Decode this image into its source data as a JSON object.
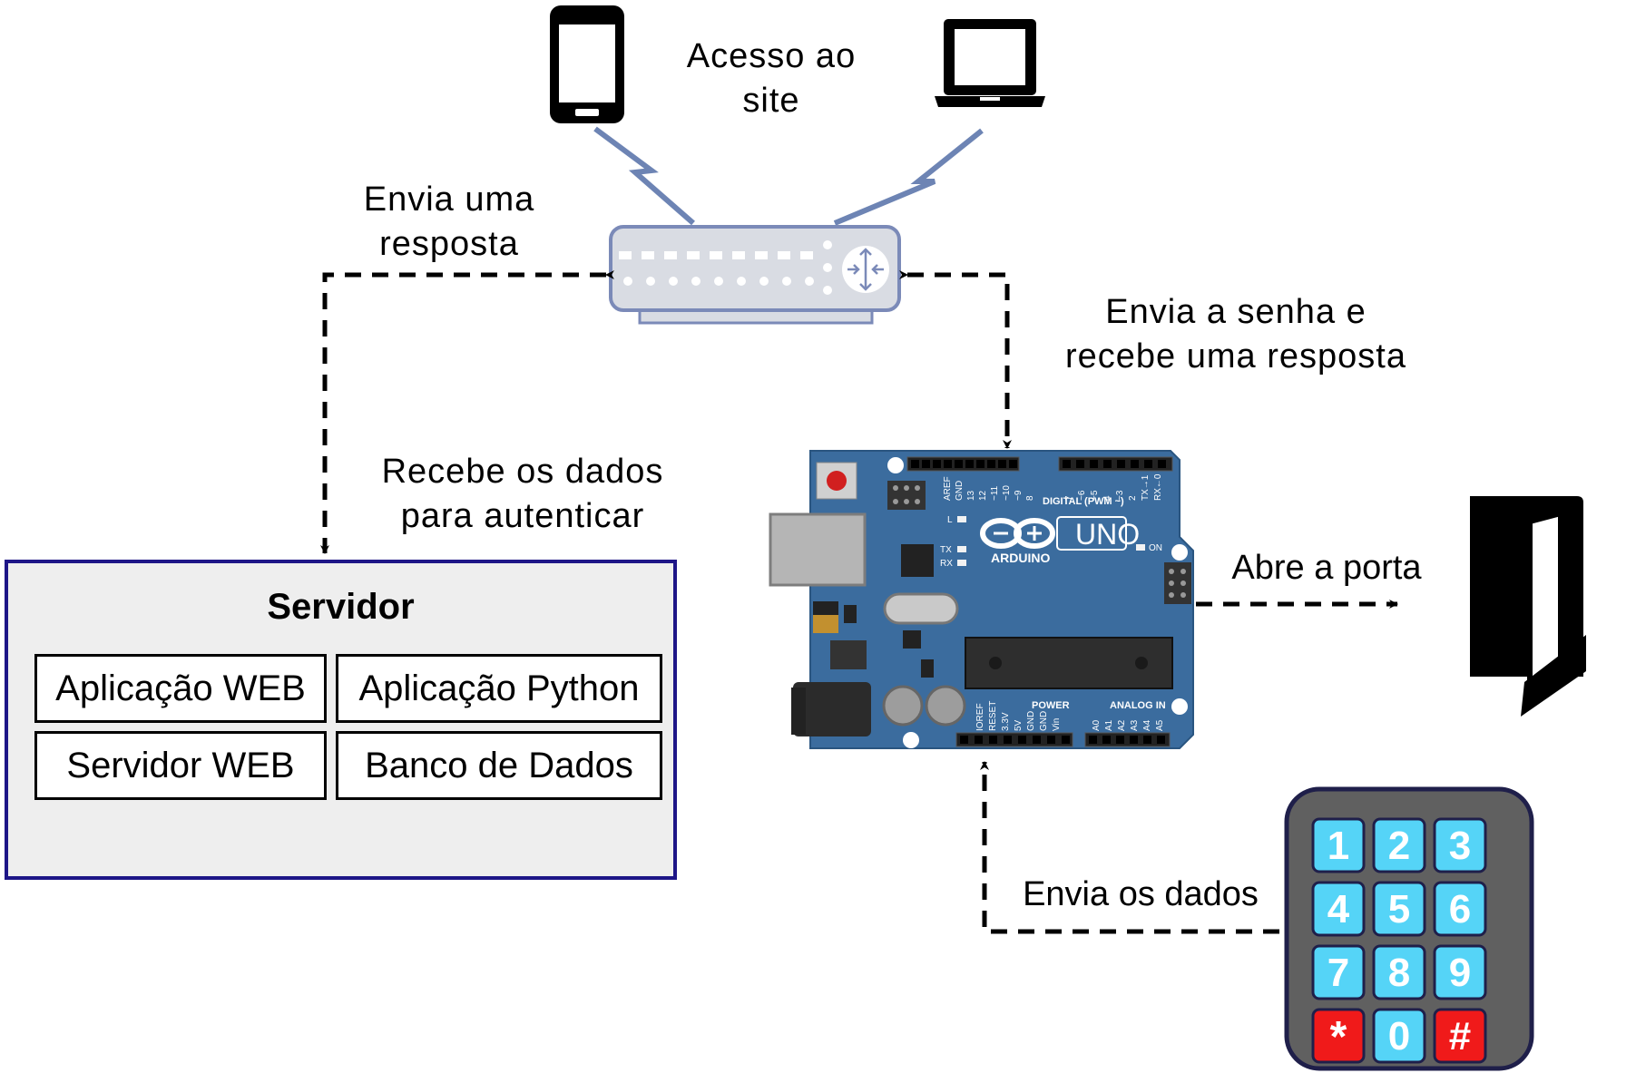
{
  "labels": {
    "access_line1": "Acesso ao",
    "access_line2": "site",
    "response_line1": "Envia uma",
    "response_line2": "resposta",
    "password_line1": "Envia a senha e",
    "password_line2": "recebe uma resposta",
    "receive_line1": "Recebe os dados",
    "receive_line2": "para autenticar",
    "open_door": "Abre a porta",
    "send_data": "Envia os dados"
  },
  "server": {
    "title": "Servidor",
    "components": [
      "Aplicação WEB",
      "Aplicação Python",
      "Servidor WEB",
      "Banco de Dados"
    ]
  },
  "arduino": {
    "model": "UNO",
    "brand": "ARDUINO",
    "digital_header": "DIGITAL (PWM ~)",
    "power_header": "POWER",
    "analog_header": "ANALOG IN",
    "on_label": "ON",
    "tx_label": "TX",
    "rx_label": "RX",
    "l_label": "L",
    "digital_pins": [
      "AREF",
      "GND",
      "13",
      "12",
      "~11",
      "~10",
      "~9",
      "8",
      "7",
      "~6",
      "~5",
      "4",
      "~3",
      "2",
      "TX→1",
      "RX←0"
    ],
    "power_pins": [
      "IOREF",
      "RESET",
      "3.3V",
      "5V",
      "GND",
      "GND",
      "Vin"
    ],
    "analog_pins": [
      "A0",
      "A1",
      "A2",
      "A3",
      "A4",
      "A5"
    ]
  },
  "keypad": {
    "keys": [
      "1",
      "2",
      "3",
      "4",
      "5",
      "6",
      "7",
      "8",
      "9",
      "*",
      "0",
      "#"
    ]
  },
  "icons": {
    "phone": "smartphone-icon",
    "laptop": "laptop-icon",
    "router": "router-icon",
    "door": "open-door-icon",
    "keypad": "keypad-icon",
    "arduino": "arduino-board-icon"
  },
  "colors": {
    "router_fill": "#d9dce3",
    "router_stroke": "#7b8ab8",
    "signal": "#6d84b4",
    "server_border": "#1e1687",
    "server_fill": "#eeeeee",
    "board": "#3b6c9e",
    "key_blue": "#55d4f7",
    "key_red": "#f01a1a",
    "keypad_body": "#606060"
  }
}
